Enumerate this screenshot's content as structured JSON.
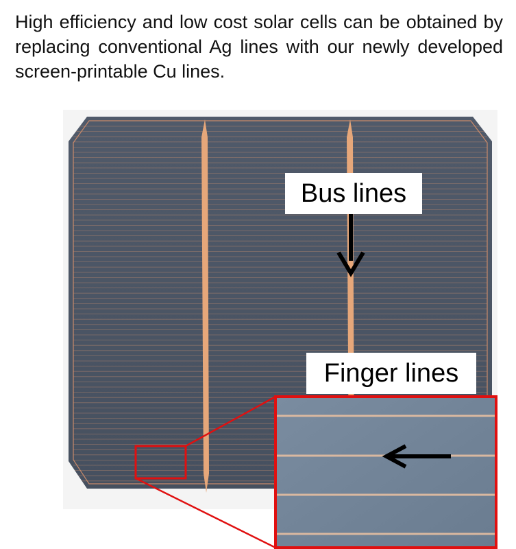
{
  "caption": "High efficiency and low cost solar cells can be obtained by replacing conventional Ag lines with our newly developed screen-printable Cu lines.",
  "labels": {
    "bus_lines": "Bus lines",
    "finger_lines": "Finger lines"
  },
  "colors": {
    "cell": "#4a5566",
    "copper": "#e09a6c",
    "finger": "#c98a6a",
    "highlight": "#e01010",
    "zoom_bg": "#6f8296",
    "arrow": "#000000"
  }
}
